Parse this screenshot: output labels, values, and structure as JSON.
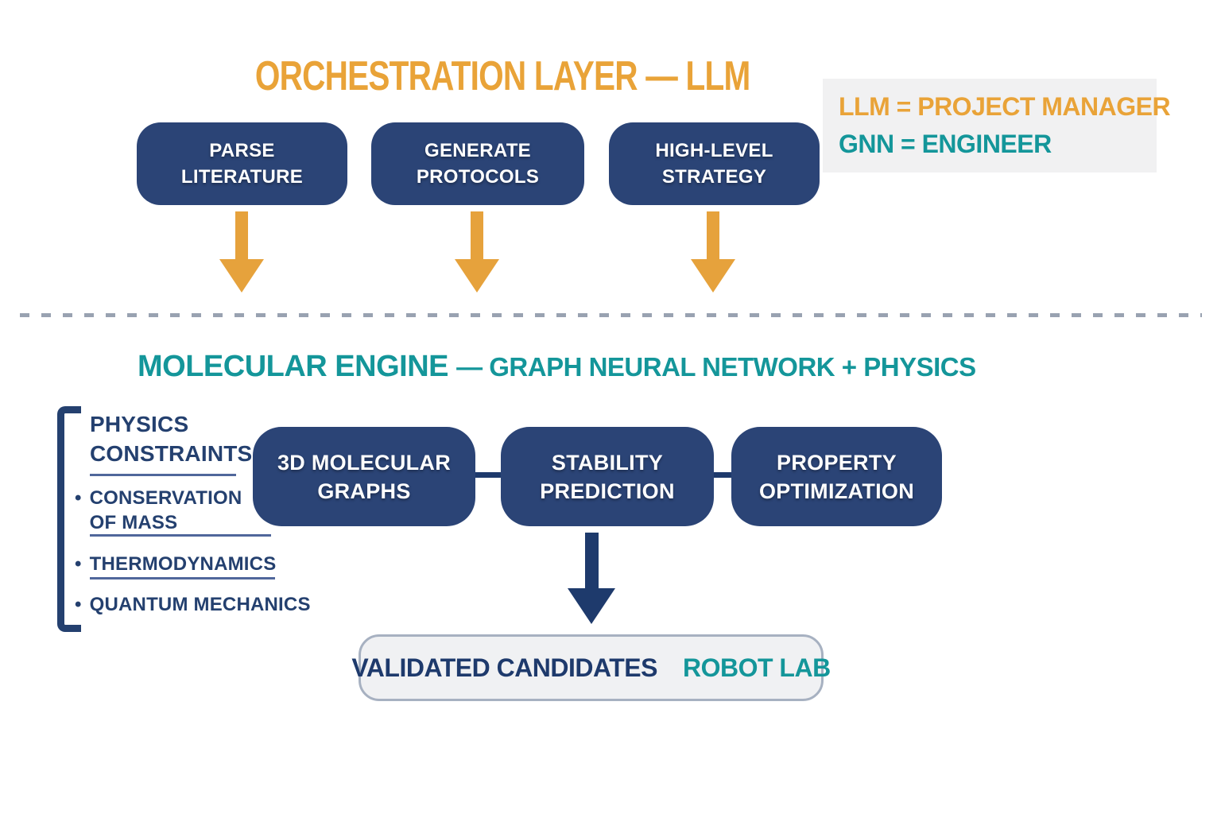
{
  "colors": {
    "orange": "#E9A338",
    "teal": "#14969A",
    "navy_box_fill": "#2B4476",
    "navy_dark": "#1E3A6C",
    "navy_text": "#24406F",
    "legend_bg": "#F1F1F2",
    "divider_gray": "#99A2B1",
    "output_bg": "#F0F1F3",
    "output_border": "#A7B1C1"
  },
  "orchestration": {
    "title": "ORCHESTRATION LAYER — LLM",
    "boxes": [
      {
        "line1": "PARSE",
        "line2": "LITERATURE"
      },
      {
        "line1": "GENERATE",
        "line2": "PROTOCOLS"
      },
      {
        "line1": "HIGH-LEVEL",
        "line2": "STRATEGY"
      }
    ]
  },
  "legend": {
    "llm": "LLM = PROJECT MANAGER",
    "gnn": "GNN = ENGINEER"
  },
  "molecular": {
    "title_main": "MOLECULAR ENGINE ",
    "title_rest": "— GRAPH NEURAL NETWORK + PHYSICS",
    "constraints": {
      "heading_line1": "PHYSICS",
      "heading_line2": "CONSTRAINTS",
      "bullet": "•",
      "items": [
        {
          "line1": "CONSERVATION",
          "line2": "OF MASS"
        },
        {
          "line1": "THERMODYNAMICS"
        },
        {
          "line1": "QUANTUM MECHANICS"
        }
      ]
    },
    "boxes": [
      {
        "line1": "3D MOLECULAR",
        "line2": "GRAPHS"
      },
      {
        "line1": "STABILITY",
        "line2": "PREDICTION"
      },
      {
        "line1": "PROPERTY",
        "line2": "OPTIMIZATION"
      }
    ]
  },
  "output": {
    "label": "VALIDATED CANDIDATES",
    "destination": "ROBOT LAB"
  }
}
